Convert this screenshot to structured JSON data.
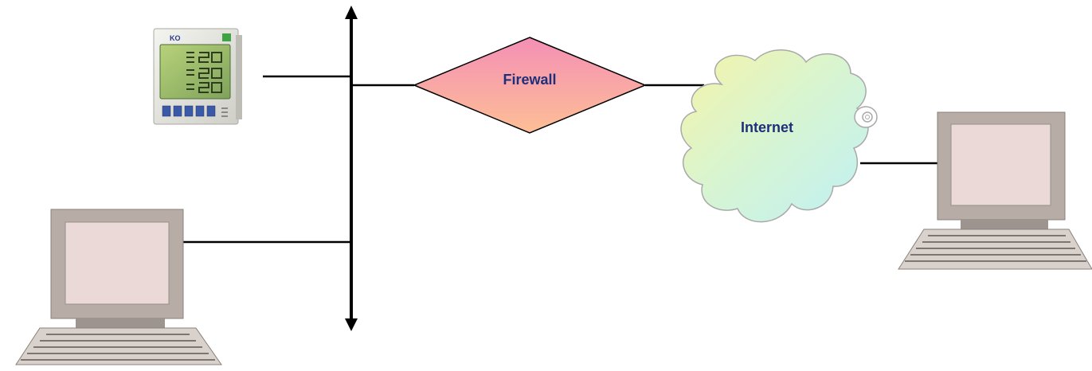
{
  "diagram": {
    "firewall": {
      "label": "Firewall"
    },
    "internet": {
      "label": "Internet"
    },
    "meter": {
      "brand_mark": "KO"
    },
    "colors": {
      "label_text": "#1f2f7a",
      "line": "#000000",
      "firewall_top": "#f48fb6",
      "firewall_bottom": "#fdbf95",
      "cloud_top": "#c8f3f5",
      "cloud_bottom": "#f8f5a8",
      "cloud_stroke": "#a9a9a9",
      "computer_body": "#b7aca6",
      "computer_screen": "#ead9d7"
    }
  }
}
